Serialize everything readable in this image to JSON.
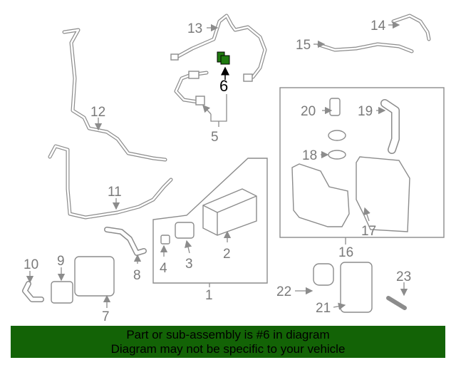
{
  "diagram": {
    "highlighted_part": "6",
    "highlight_color": "#1f7a10",
    "callouts": [
      "1",
      "2",
      "3",
      "4",
      "5",
      "6",
      "7",
      "8",
      "9",
      "10",
      "11",
      "12",
      "13",
      "14",
      "15",
      "16",
      "17",
      "18",
      "19",
      "20",
      "21",
      "22",
      "23"
    ]
  },
  "banner": {
    "line1": "Part or sub-assembly is #6 in diagram",
    "line2": "Diagram may not be specific to your vehicle",
    "background": "#136306"
  }
}
